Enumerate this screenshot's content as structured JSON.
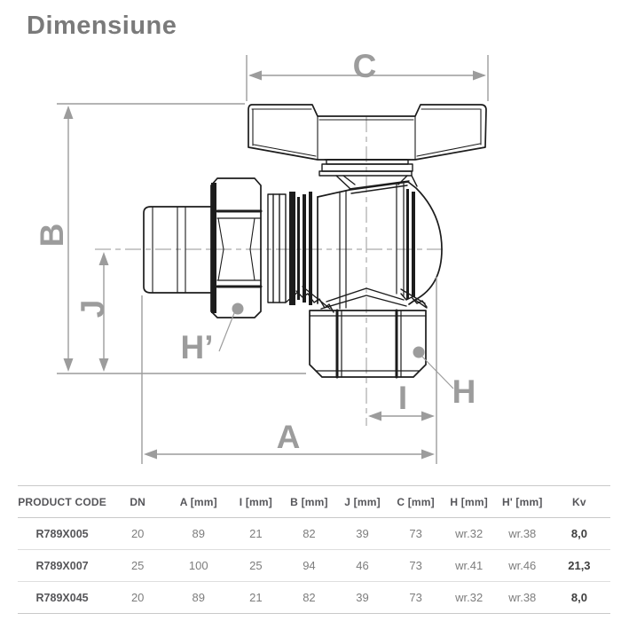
{
  "title": "Dimensiune",
  "drawing": {
    "labels": {
      "c": "C",
      "b": "B",
      "j": "J",
      "a": "A",
      "i": "I",
      "h": "H",
      "h_prime": "H’"
    },
    "colors": {
      "ink": "#1c1c1c",
      "dimension": "#9c9c9c"
    }
  },
  "table": {
    "headers": [
      "PRODUCT CODE",
      "DN",
      "A [mm]",
      "I [mm]",
      "B [mm]",
      "J [mm]",
      "C [mm]",
      "H [mm]",
      "H' [mm]",
      "Kv"
    ],
    "rows": [
      {
        "cells": [
          "R789X005",
          "20",
          "89",
          "21",
          "82",
          "39",
          "73",
          "wr.32",
          "wr.38",
          "8,0"
        ]
      },
      {
        "cells": [
          "R789X007",
          "25",
          "100",
          "25",
          "94",
          "46",
          "73",
          "wr.41",
          "wr.46",
          "21,3"
        ]
      },
      {
        "cells": [
          "R789X045",
          "20",
          "89",
          "21",
          "82",
          "39",
          "73",
          "wr.32",
          "wr.38",
          "8,0"
        ]
      }
    ]
  }
}
